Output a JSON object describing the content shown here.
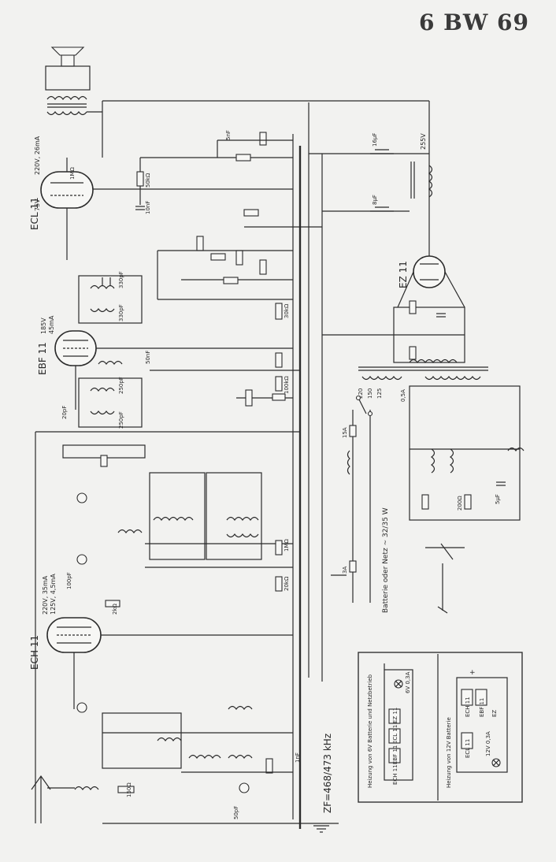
{
  "title": "6 BW 69",
  "tubes": [
    {
      "name": "ECL 11",
      "note1": "220V, 26mA",
      "note2": "75V"
    },
    {
      "name": "EBF 11",
      "note1": "185V",
      "note2": "45mA"
    },
    {
      "name": "ECH 11",
      "note1": "220V, 35mA",
      "note2": "125V, 4,5mA"
    },
    {
      "name": "EZ 11",
      "note1": "255V",
      "note2": ""
    }
  ],
  "labels": {
    "if_freq": "ZF=468/473 kHz",
    "supply": "Batterie oder Netz ~ 32/35 W",
    "fuse_a": "3A",
    "fuse_b": "0,5A",
    "fuse_c": "15A",
    "v255": "255V",
    "v220": "220",
    "v150": "150",
    "v125": "125"
  },
  "components": {
    "r_1mohm": "1MΩ",
    "r_50k": "50kΩ",
    "r_150": "150Ω",
    "r_200": "200Ω",
    "r_30k": "30kΩ",
    "r_20k": "20kΩ",
    "r_100k": "100kΩ",
    "r_2k": "2kΩ",
    "c_10nf": "10nF",
    "c_5nf": "5nF",
    "c_50nf": "50nF",
    "c_8uf": "8μF",
    "c_16uf": "16μF",
    "c_330pf": "330pF",
    "c_250pf": "250pF",
    "c_100pf": "100pF",
    "c_50pf": "50pF",
    "c_20pf": "20pF",
    "c_1nf": "1nF",
    "c_5uf": "5μF"
  },
  "inset": {
    "left_title": "Heizung von 6V Batterie und Netzbetrieb",
    "right_title": "Heizung von 12V Batterie",
    "left_tubes": [
      "ECH 11",
      "EBF 11",
      "ECL 11",
      "EZ 11"
    ],
    "right_tubes": [
      "ECH 11",
      "EBF 11",
      "ECL 11",
      "EZ"
    ],
    "lamp_left": "6V 0,3A",
    "lamp_right": "12V 0,3A",
    "plus": "+"
  }
}
